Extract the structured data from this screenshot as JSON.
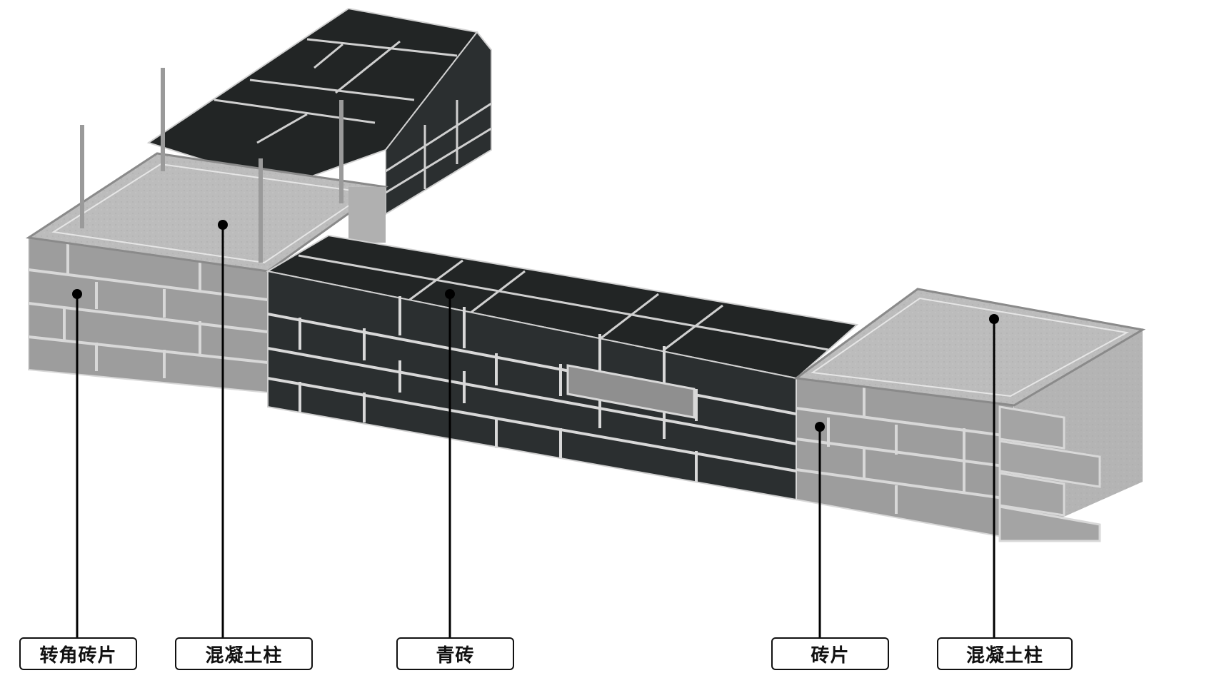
{
  "labels": {
    "corner_brick_tile": "转角砖片",
    "concrete_column_left": "混凝土柱",
    "blue_brick": "青砖",
    "brick_tile": "砖片",
    "concrete_column_right": "混凝土柱"
  },
  "colors": {
    "dark_brick": "#2b2f30",
    "dark_brick_top": "#222525",
    "light_brick": "#9d9d9d",
    "concrete": "#b9b9b9",
    "mortar": "#d8d8d8",
    "leader_line": "#000000"
  }
}
